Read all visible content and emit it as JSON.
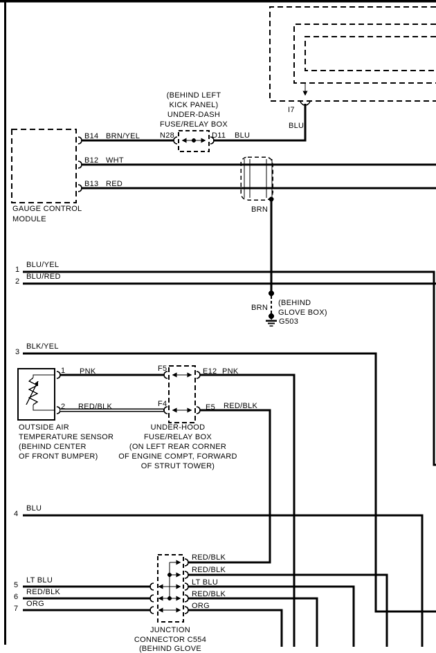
{
  "top_connector": {
    "id": "I7",
    "wire": "BLU"
  },
  "under_dash_box": {
    "location_line1": "(BEHIND LEFT",
    "location_line2": "KICK PANEL)",
    "name_line1": "UNDER-DASH",
    "name_line2": "FUSE/RELAY BOX",
    "pin_in": "N28",
    "pin_out": "D11",
    "wire_out": "BLU"
  },
  "gauge_module": {
    "name_line1": "GAUGE CONTROL",
    "name_line2": "MODULE",
    "pins": [
      {
        "id": "B14",
        "wire": "BRN/YEL"
      },
      {
        "id": "B12",
        "wire": "WHT"
      },
      {
        "id": "B13",
        "wire": "RED"
      }
    ]
  },
  "shield": {
    "drain_wire": "BRN"
  },
  "ground": {
    "wire": "BRN",
    "location_line1": "(BEHIND",
    "location_line2": "GLOVE BOX)",
    "id": "G503"
  },
  "wires": [
    {
      "num": "1",
      "color": "BLU/YEL"
    },
    {
      "num": "2",
      "color": "BLU/RED"
    },
    {
      "num": "3",
      "color": "BLK/YEL"
    },
    {
      "num": "4",
      "color": "BLU"
    },
    {
      "num": "5",
      "color": "LT BLU"
    },
    {
      "num": "6",
      "color": "RED/BLK"
    },
    {
      "num": "7",
      "color": "ORG"
    }
  ],
  "sensor": {
    "pin1": "1",
    "pin1_wire": "PNK",
    "pin2": "2",
    "pin2_wire": "RED/BLK",
    "name_line1": "OUTSIDE AIR",
    "name_line2": "TEMPERATURE SENSOR",
    "name_line3": "(BEHIND CENTER",
    "name_line4": "OF FRONT BUMPER)"
  },
  "under_hood_box": {
    "row1": {
      "pin_in": "F5",
      "pin_out": "E12",
      "wire": "PNK"
    },
    "row2": {
      "pin_in": "F4",
      "pin_out": "E5",
      "wire": "RED/BLK"
    },
    "name_line1": "UNDER-HOOD",
    "name_line2": "FUSE/RELAY BOX",
    "name_line3": "(ON LEFT REAR CORNER",
    "name_line4": "OF ENGINE COMPT, FORWARD",
    "name_line5": "OF STRUT TOWER)"
  },
  "junction": {
    "rows": [
      {
        "wire": "RED/BLK"
      },
      {
        "wire": "RED/BLK"
      },
      {
        "wire": "LT BLU"
      },
      {
        "wire": "RED/BLK"
      },
      {
        "wire": "ORG"
      }
    ],
    "name_line1": "JUNCTION",
    "name_line2": "CONNECTOR C554",
    "name_line3": "(BEHIND GLOVE"
  },
  "colors": {
    "line": "#000000",
    "background": "#ffffff"
  }
}
